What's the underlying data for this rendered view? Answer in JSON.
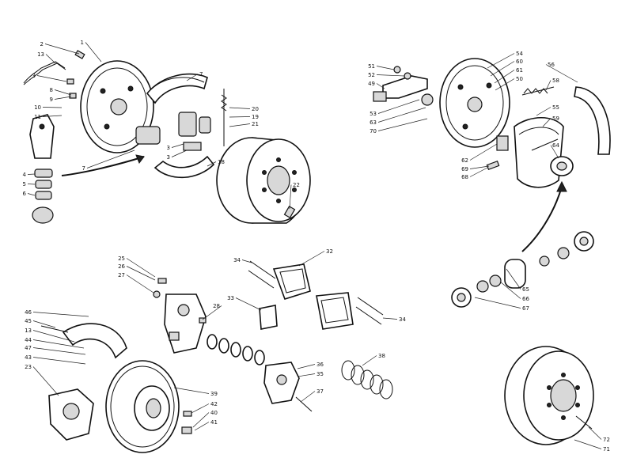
{
  "labels": [
    {
      "id": "1",
      "text": "1"
    },
    {
      "id": "2",
      "text": "2"
    },
    {
      "id": "13a",
      "text": "13"
    },
    {
      "id": "3a",
      "text": "3"
    },
    {
      "id": "8",
      "text": "8"
    },
    {
      "id": "9",
      "text": "9"
    },
    {
      "id": "10",
      "text": "10"
    },
    {
      "id": "11",
      "text": "11"
    },
    {
      "id": "7a",
      "text": "7"
    },
    {
      "id": "20",
      "text": "20"
    },
    {
      "id": "19",
      "text": "19"
    },
    {
      "id": "21",
      "text": "21"
    },
    {
      "id": "4",
      "text": "4"
    },
    {
      "id": "5",
      "text": "5"
    },
    {
      "id": "6",
      "text": "6"
    },
    {
      "id": "7b",
      "text": "7"
    },
    {
      "id": "3b",
      "text": "3"
    },
    {
      "id": "3c",
      "text": "3"
    },
    {
      "id": "18",
      "text": "18"
    },
    {
      "id": "22",
      "text": "22"
    },
    {
      "id": "51",
      "text": "51"
    },
    {
      "id": "52",
      "text": "52"
    },
    {
      "id": "49",
      "text": "49"
    },
    {
      "id": "54",
      "text": "54"
    },
    {
      "id": "60",
      "text": "60"
    },
    {
      "id": "61",
      "text": "61"
    },
    {
      "id": "50",
      "text": "50"
    },
    {
      "id": "56",
      "text": "56"
    },
    {
      "id": "58",
      "text": "58"
    },
    {
      "id": "53",
      "text": "53"
    },
    {
      "id": "63",
      "text": "63"
    },
    {
      "id": "70",
      "text": "70"
    },
    {
      "id": "55",
      "text": "55"
    },
    {
      "id": "59",
      "text": "59"
    },
    {
      "id": "64",
      "text": "64"
    },
    {
      "id": "62",
      "text": "62"
    },
    {
      "id": "69",
      "text": "69"
    },
    {
      "id": "68",
      "text": "68"
    },
    {
      "id": "25",
      "text": "25"
    },
    {
      "id": "26",
      "text": "26"
    },
    {
      "id": "27",
      "text": "27"
    },
    {
      "id": "34a",
      "text": "34"
    },
    {
      "id": "32",
      "text": "32"
    },
    {
      "id": "33",
      "text": "33"
    },
    {
      "id": "28",
      "text": "28"
    },
    {
      "id": "34b",
      "text": "34"
    },
    {
      "id": "46",
      "text": "46"
    },
    {
      "id": "45",
      "text": "45"
    },
    {
      "id": "13b",
      "text": "13"
    },
    {
      "id": "44",
      "text": "44"
    },
    {
      "id": "47",
      "text": "47"
    },
    {
      "id": "43",
      "text": "43"
    },
    {
      "id": "23",
      "text": "23"
    },
    {
      "id": "36",
      "text": "36"
    },
    {
      "id": "35",
      "text": "35"
    },
    {
      "id": "38",
      "text": "38"
    },
    {
      "id": "37",
      "text": "37"
    },
    {
      "id": "39",
      "text": "39"
    },
    {
      "id": "42",
      "text": "42"
    },
    {
      "id": "40",
      "text": "40"
    },
    {
      "id": "41",
      "text": "41"
    },
    {
      "id": "65",
      "text": "65"
    },
    {
      "id": "66",
      "text": "66"
    },
    {
      "id": "67",
      "text": "67"
    },
    {
      "id": "72",
      "text": "72"
    },
    {
      "id": "71",
      "text": "71"
    }
  ]
}
